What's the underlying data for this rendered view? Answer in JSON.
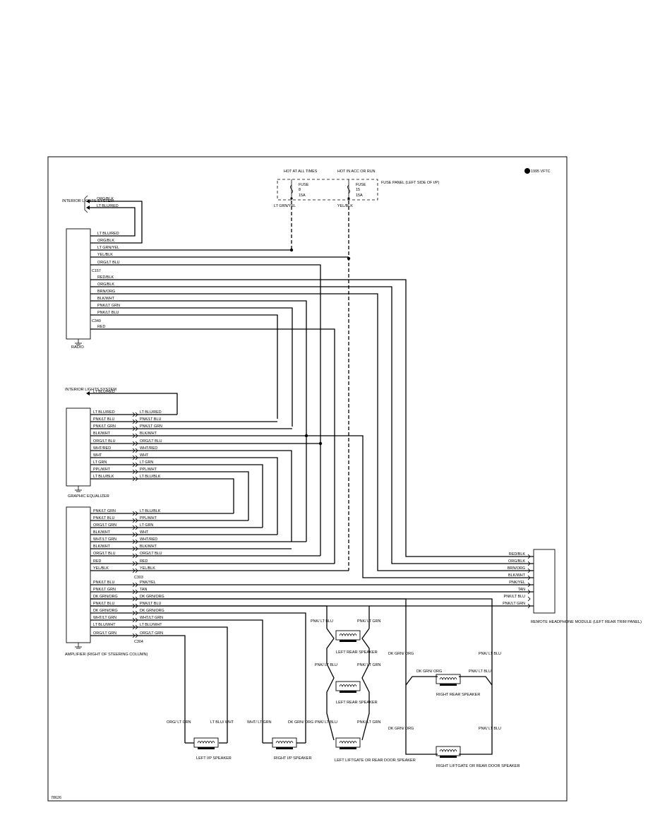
{
  "copyright": "1995 VFTC",
  "drawing_number": "78626",
  "fuse_panel": {
    "title": "FUSE PANEL (LEFT SIDE OF I/P)",
    "hot_at_all_times": "HOT AT ALL TIMES",
    "hot_in_acc": "HOT IN ACC OR RUN",
    "fuse1": {
      "label": "FUSE",
      "number": "8",
      "rating": "15A",
      "wire": "LT GRN/YEL"
    },
    "fuse2": {
      "label": "FUSE",
      "number": "15",
      "rating": "15A",
      "wire": "YEL/BLK"
    }
  },
  "components": {
    "interior_lights_1": "INTERIOR LIGHTS SYSTEM",
    "radio": "RADIO",
    "interior_lights_2": "INTERIOR LIGHTS SYSTEM",
    "graphic_equalizer": "GRAPHIC EQUALIZER",
    "amplifier": "AMPLIFIER (RIGHT OF STEERING COLUMN)",
    "remote_headphone": "REMOTE HEADPHONE MODULE (LEFT REAR TRIM PANEL)",
    "left_ip_speaker": "LEFT I/P SPEAKER",
    "right_ip_speaker": "RIGHT I/P SPEAKER",
    "left_rear_speaker_1": "LEFT REAR SPEAKER",
    "left_rear_speaker_2": "LEFT REAR SPEAKER",
    "left_liftgate_speaker": "LEFT LIFTGATE OR REAR DOOR SPEAKER",
    "right_rear_speaker": "RIGHT REAR SPEAKER",
    "right_liftgate_speaker": "RIGHT LIFTGATE OR REAR DOOR SPEAKER"
  },
  "connectors": {
    "c157": "C157",
    "c340": "C340",
    "c303": "C303",
    "c304": "C304"
  },
  "interior_lights_wires": [
    "ORG/BLK",
    "LT BLU/RED"
  ],
  "radio_wires": [
    "LT BLU/RED",
    "ORG/BLK",
    "LT GRN/YEL",
    "YEL/BLK",
    "ORG/LT BLU",
    "RED/BLK",
    "ORG/BLK",
    "BRN/ORG",
    "BLK/WHT",
    "PNK/LT GRN",
    "PNK/LT BLU",
    "RED"
  ],
  "interior_lights_2_wire": "LT BLU/RED",
  "equalizer_wires": [
    [
      "LT BLU/RED",
      "LT BLU/RED"
    ],
    [
      "PNK/LT BLU",
      "PNK/LT BLU"
    ],
    [
      "PNK/LT GRN",
      "PNK/LT GRN"
    ],
    [
      "BLK/WHT",
      "BLK/WHT"
    ],
    [
      "ORG/LT BLU",
      "ORG/LT BLU"
    ],
    [
      "WHT/RED",
      "WHT/RED"
    ],
    [
      "WHT",
      "WHT"
    ],
    [
      "LT GRN",
      "LT GRN"
    ],
    [
      "PPL/WHT",
      "PPL/WHT"
    ],
    [
      "LT BLU/BLK",
      "LT BLU/BLK"
    ]
  ],
  "amplifier_wires": [
    [
      "PNK/LT GRN",
      "LT BLU/BLK"
    ],
    [
      "PNK/LT BLU",
      "PPL/WHT"
    ],
    [
      "ORG/LT GRN",
      "LT GRN"
    ],
    [
      "BLK/WHT",
      "WHT"
    ],
    [
      "WHT/LT GRN",
      "WHT/RED"
    ],
    [
      "BLK/WHT",
      "BLK/WHT"
    ],
    [
      "ORG/LT BLU",
      "ORG/LT BLU"
    ],
    [
      "RED",
      "RED"
    ],
    [
      "YEL/BLK",
      "YEL/BLK"
    ],
    [
      "PNK/LT BLU",
      "PNK/YEL"
    ],
    [
      "PNK/LT GRN",
      "TAN"
    ],
    [
      "DK GRN/ORG",
      "DK GRN/ORG"
    ],
    [
      "PNK/LT BLU",
      "PNK/LT BLU"
    ],
    [
      "DK GRN/ORG",
      "DK GRN/ORG"
    ],
    [
      "WHT/LT GRN",
      "WHT/LT GRN"
    ],
    [
      "LT BLU/WHT",
      "LT BLU/WHT"
    ],
    [
      "ORG/LT GRN",
      "ORG/LT GRN"
    ]
  ],
  "headphone_wires": [
    "RED/BLK",
    "ORG/BLK",
    "BRN/ORG",
    "BLK/WHT",
    "PNK/YEL",
    "TAN",
    "PNK/LT BLU",
    "PNK/LT GRN"
  ],
  "speaker_wire_labels": {
    "left_ip_a": "ORG/ LT GRN",
    "left_ip_b": "LT BLU/ WHT",
    "right_ip_a": "WHT/ LT GRN",
    "right_ip_b": "DK GRN/ ORG",
    "left_rear_a": "PNK/ LT BLU",
    "left_rear_b": "PNK/ LT GRN",
    "left_rear2_a": "PNK/ LT BLU",
    "left_rear2_b": "PNK/ LT GRN",
    "left_liftgate_a": "PNK/ LT BLU",
    "left_liftgate_b": "PNK/ LT GRN",
    "right_rear_a": "DK GRN/ ORG",
    "right_rear_b": "PNK/ LT BLU",
    "right_rear_top_a": "DK GRN/ ORG",
    "right_rear_top_b": "PNK/ LT BLU",
    "right_liftgate_a": "DK GRN/ ORG",
    "right_liftgate_b": "PNK/ LT BLU"
  },
  "colors": {
    "line": "#000000",
    "background": "#ffffff"
  }
}
